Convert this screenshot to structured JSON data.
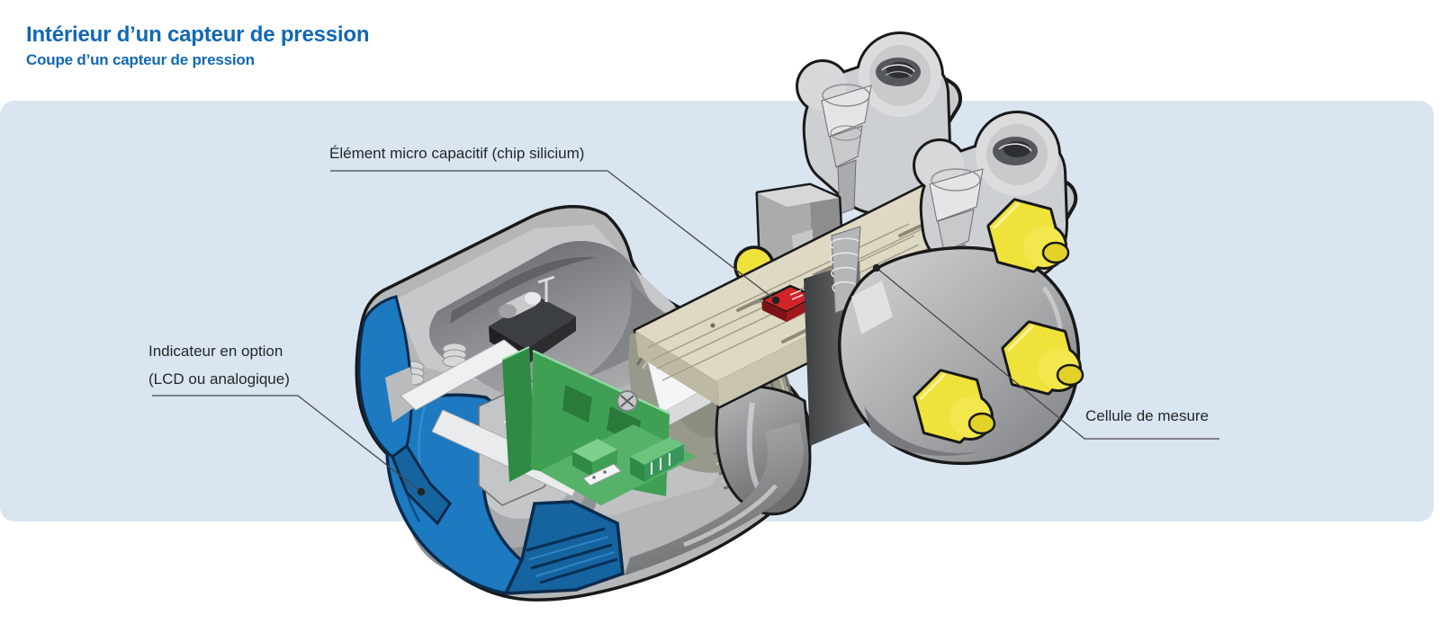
{
  "header": {
    "title": "Intérieur d’un capteur de pression",
    "subtitle": "Coupe d’un capteur de pression"
  },
  "labels": {
    "chip": {
      "text": "Élément micro capacitif (chip silicium)"
    },
    "indicator": {
      "line1": "Indicateur en option",
      "line2": "(LCD ou analogique)"
    },
    "cell": {
      "text": "Cellule de mesure"
    }
  },
  "colors": {
    "title_blue": "#1168b4",
    "panel_bg": "#d9e5f1",
    "label_text": "#262626",
    "leader_line": "#47484a",
    "housing_blue": "#1d79c0",
    "pcb_green": "#3fa054",
    "cell_beige": "#ddd9c3",
    "chip_red": "#d22329",
    "bolt_yellow": "#efe23b",
    "metal_gray": "#b9bbbd"
  }
}
